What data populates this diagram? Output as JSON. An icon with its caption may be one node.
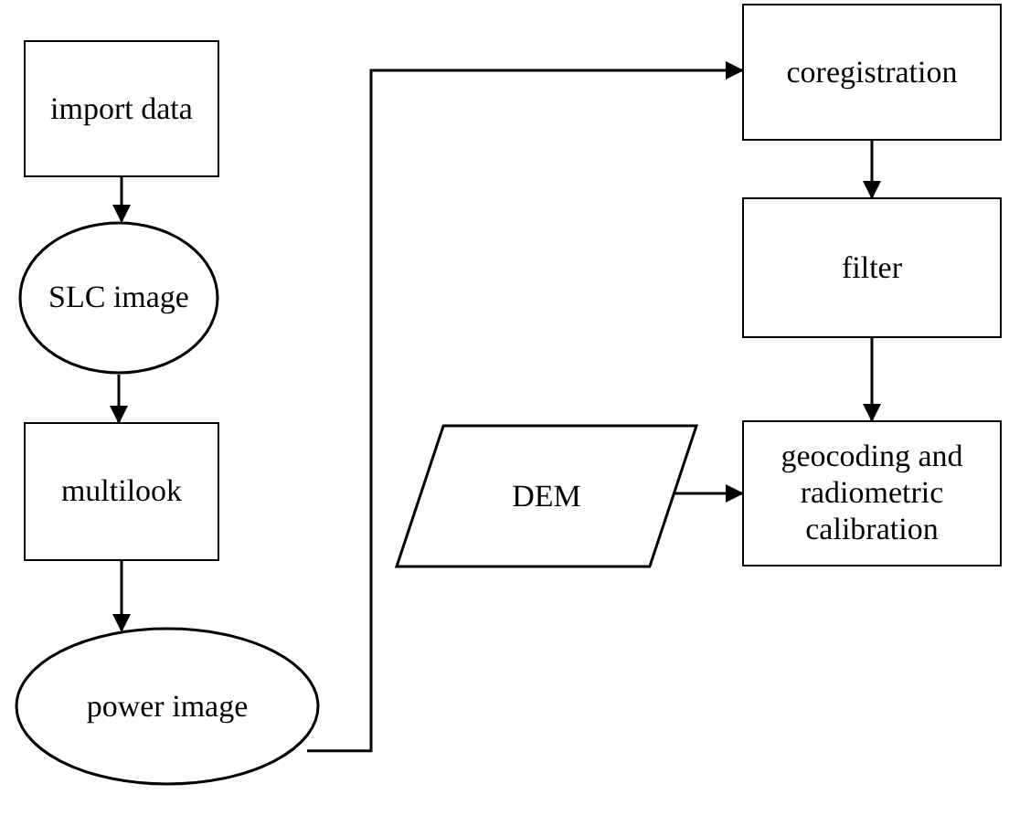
{
  "diagram": {
    "nodes": [
      {
        "text": [
          "import data"
        ]
      },
      {
        "text": [
          "SLC image"
        ]
      },
      {
        "text": [
          "multilook"
        ]
      },
      {
        "text": [
          "power image"
        ]
      },
      {
        "text": [
          "coregistration"
        ]
      },
      {
        "text": [
          "filter"
        ]
      },
      {
        "text": [
          "DEM"
        ]
      },
      {
        "text": [
          "geocoding and radiometric calibration"
        ]
      }
    ],
    "edges": [
      {
        "from": 0,
        "to": 1,
        "arrow": "to"
      },
      {
        "from": 1,
        "to": 2,
        "arrow": "to"
      },
      {
        "from": 2,
        "to": 3,
        "arrow": "to"
      },
      {
        "from": 3,
        "to": 4,
        "arrow": "to"
      },
      {
        "from": 4,
        "to": 5,
        "arrow": "to"
      },
      {
        "from": 5,
        "to": 7,
        "arrow": "to"
      },
      {
        "from": 6,
        "to": 7,
        "arrow": "to"
      }
    ]
  }
}
